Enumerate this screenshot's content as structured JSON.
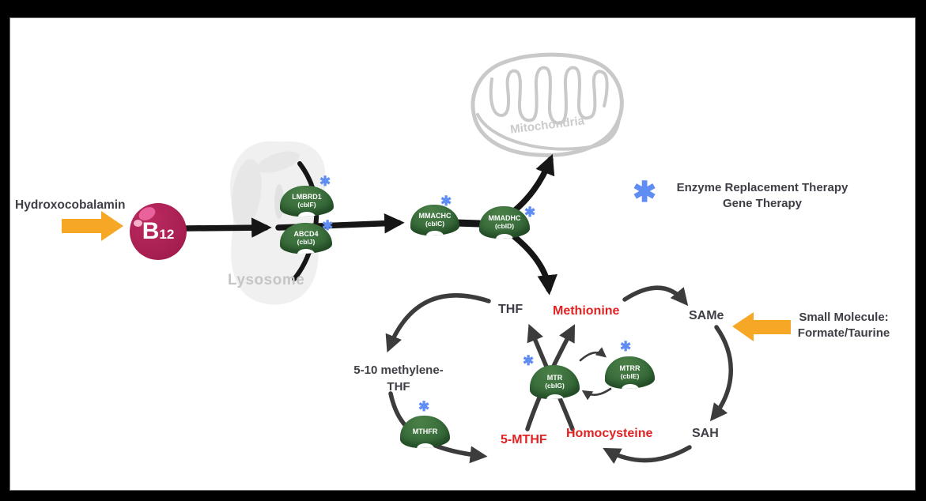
{
  "colors": {
    "enzyme_green": "#37683a",
    "asterisk_blue": "#5f8df3",
    "arrow_orange": "#f6a725",
    "metabolite_red": "#e02222",
    "label_dark": "#3e3e46",
    "organelle_gray": "#c9c9c9",
    "b12_magenta": "#a81f52",
    "pathway_black": "#161616",
    "cycle_gray": "#3c3c3c"
  },
  "glyphs": {
    "therapy_asterisk": "✱"
  },
  "input": {
    "label": "Hydroxocobalamin"
  },
  "b12": {
    "letter": "B",
    "subscript": "12"
  },
  "organelles": {
    "lysosome": "Lysosome",
    "mitochondria": "Mitochondria"
  },
  "legend": {
    "line1": "Enzyme Replacement Therapy",
    "line2": "Gene Therapy"
  },
  "small_molecule": {
    "line1": "Small Molecule:",
    "line2": "Formate/Taurine"
  },
  "enzymes": [
    {
      "name": "LMBRD1",
      "allele": "(cblF)"
    },
    {
      "name": "ABCD4",
      "allele": "(cblJ)"
    },
    {
      "name": "MMACHC",
      "allele": "(cblC)"
    },
    {
      "name": "MMADHC",
      "allele": "(cblD)"
    },
    {
      "name": "MTHFR",
      "allele": ""
    },
    {
      "name": "MTR",
      "allele": "(cblG)"
    },
    {
      "name": "MTRR",
      "allele": "(cblE)"
    }
  ],
  "metabolites": {
    "thf": "THF",
    "methionine": "Methionine",
    "same": "SAMe",
    "sah": "SAH",
    "homocysteine": "Homocysteine",
    "methylene_thf_line1": "5-10 methylene-",
    "methylene_thf_line2": "THF",
    "five_mthf": "5-MTHF"
  }
}
